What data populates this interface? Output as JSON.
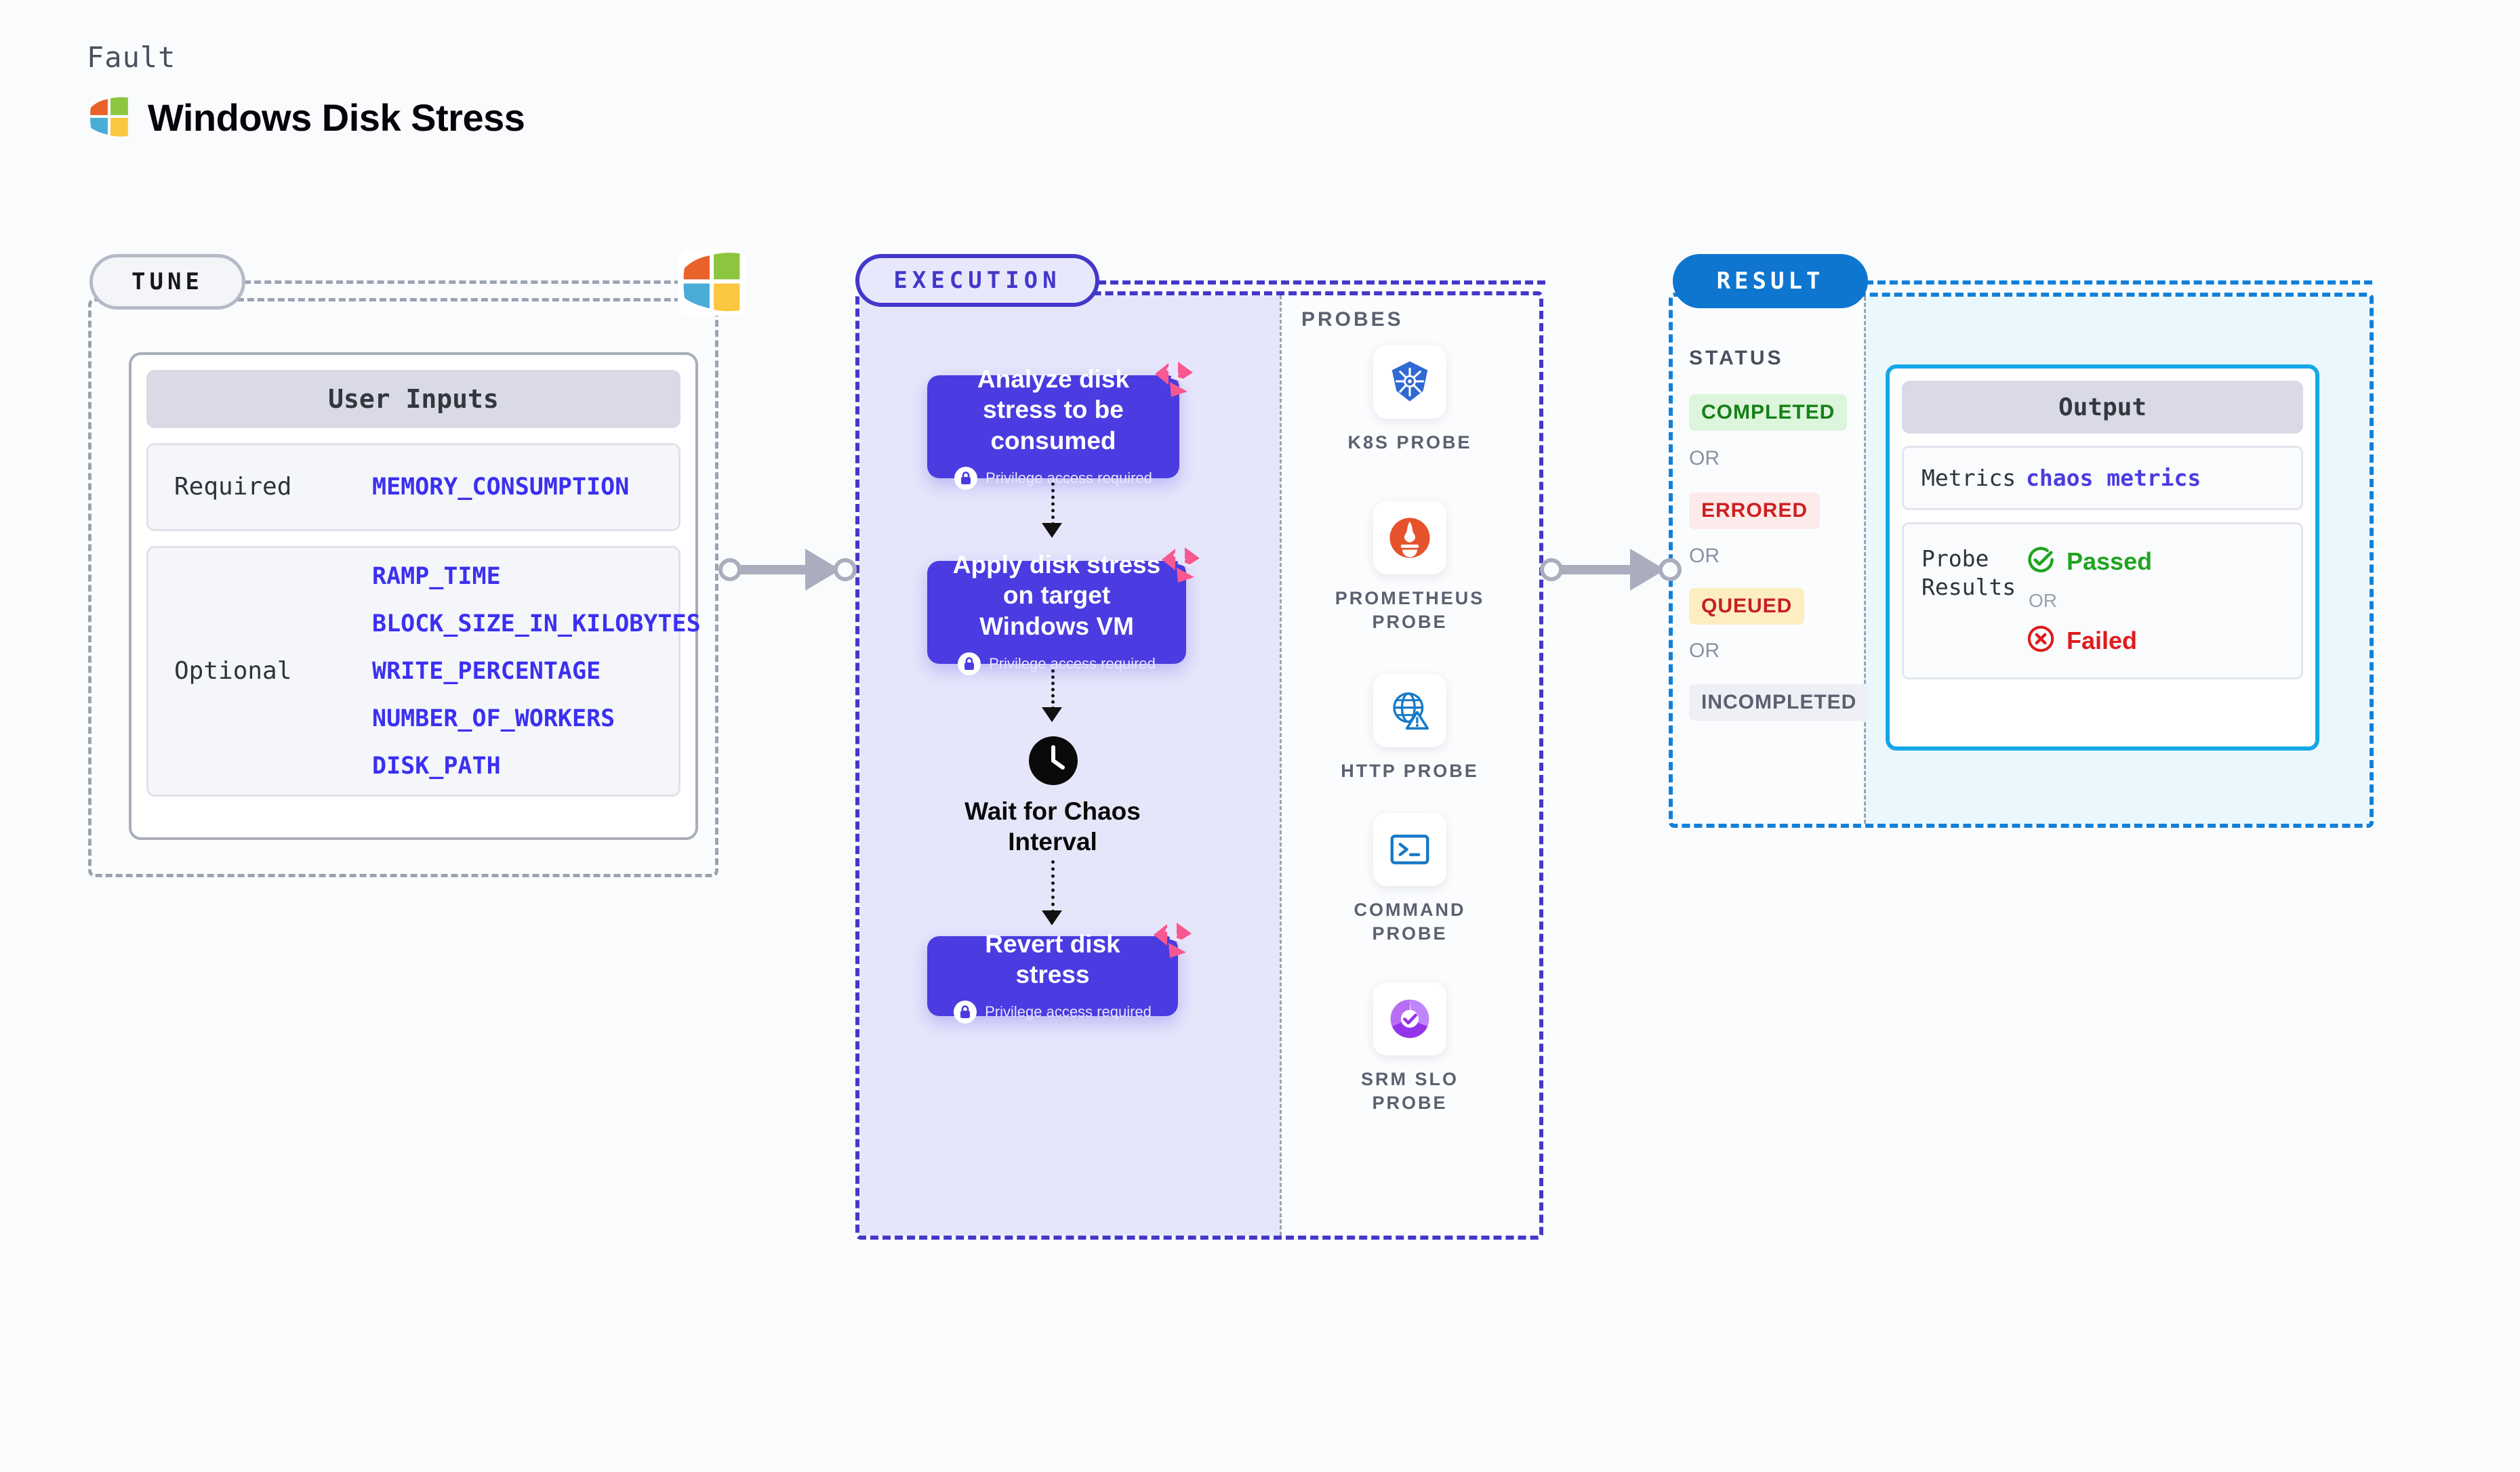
{
  "header": {
    "eyebrow": "Fault",
    "title": "Windows Disk Stress",
    "logo_icon": "windows-logo-icon"
  },
  "tune": {
    "label": "TUNE",
    "platform_icon": "windows-logo-icon",
    "card_title": "User Inputs",
    "rows": [
      {
        "key": "Required",
        "values": [
          "MEMORY_CONSUMPTION"
        ]
      },
      {
        "key": "Optional",
        "values": [
          "RAMP_TIME",
          "BLOCK_SIZE_IN_KILOBYTES",
          "WRITE_PERCENTAGE",
          "NUMBER_OF_WORKERS",
          "DISK_PATH"
        ]
      }
    ]
  },
  "execution": {
    "label": "EXECUTION",
    "steps": [
      {
        "title": "Analyze disk stress to be consumed",
        "privilege": "Privilege access required",
        "badge_icon": "harness-logo-icon",
        "lock_icon": "lock-icon"
      },
      {
        "title": "Apply disk stress on target Windows VM",
        "privilege": "Privilege access required",
        "badge_icon": "harness-logo-icon",
        "lock_icon": "lock-icon"
      },
      {
        "title": "Revert disk stress",
        "privilege": "Privilege access required",
        "badge_icon": "harness-logo-icon",
        "lock_icon": "lock-icon"
      }
    ],
    "wait": {
      "label": "Wait for Chaos Interval",
      "icon": "clock-icon"
    },
    "probes_title": "PROBES",
    "probes": [
      {
        "label": "K8S PROBE",
        "icon": "kubernetes-icon"
      },
      {
        "label": "PROMETHEUS PROBE",
        "icon": "prometheus-icon"
      },
      {
        "label": "HTTP PROBE",
        "icon": "http-globe-icon"
      },
      {
        "label": "COMMAND PROBE",
        "icon": "terminal-icon"
      },
      {
        "label": "SRM SLO PROBE",
        "icon": "srm-slo-icon"
      }
    ]
  },
  "result": {
    "label": "RESULT",
    "status_title": "STATUS",
    "or_label": "OR",
    "statuses": [
      {
        "label": "COMPLETED",
        "bg": "#dcf5dc",
        "fg": "#168016"
      },
      {
        "label": "ERRORED",
        "bg": "#fdeaea",
        "fg": "#cc2020"
      },
      {
        "label": "QUEUED",
        "bg": "#fdeec2",
        "fg": "#c62020"
      },
      {
        "label": "INCOMPLETED",
        "bg": "#eef0f5",
        "fg": "#5c6070"
      }
    ],
    "output": {
      "card_title": "Output",
      "metrics_key": "Metrics",
      "metrics_value": "chaos metrics",
      "probe_results_key": "Probe Results",
      "passed_label": "Passed",
      "failed_label": "Failed",
      "or_label": "OR",
      "passed_icon": "check-circle-icon",
      "failed_icon": "x-circle-icon"
    }
  },
  "colors": {
    "tune_border": "#9ca3b0",
    "exec_accent": "#4338ca",
    "step_bg": "#4a3ce0",
    "result_accent": "#1280d8",
    "output_border": "#14a7e8",
    "param_text": "#3b30f0",
    "harness_pink": "#f9578f",
    "passed_green": "#1fa520",
    "failed_red": "#e01b1b"
  }
}
